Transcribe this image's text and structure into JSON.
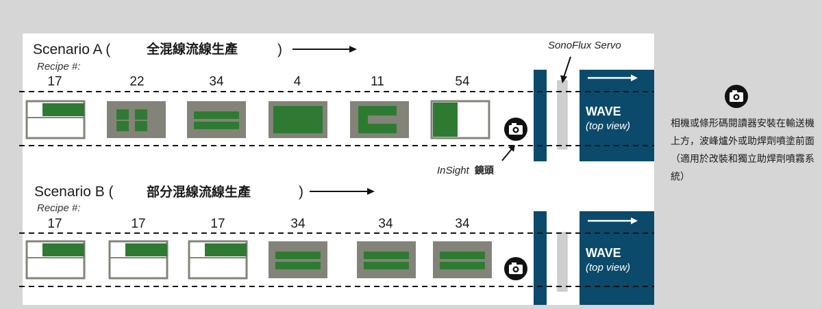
{
  "scenario_a": {
    "title": "Scenario A (",
    "subtitle_cjk": "全混線流線生產",
    "close_paren": ")",
    "recipe_label": "Recipe #:",
    "recipes": [
      "17",
      "22",
      "34",
      "4",
      "11",
      "54"
    ],
    "wave_label": "WAVE",
    "wave_sub": "(top view)"
  },
  "scenario_b": {
    "title": "Scenario B (",
    "subtitle_cjk": "部分混線流線生產",
    "close_paren": ")",
    "recipe_label": "Recipe #:",
    "recipes": [
      "17",
      "17",
      "17",
      "34",
      "34",
      "34"
    ],
    "wave_label": "WAVE",
    "wave_sub": "(top view)"
  },
  "labels": {
    "servo": "SonoFlux Servo",
    "insight": "InSight",
    "insight_cjk": "鏡頭"
  },
  "note": {
    "text": "相機或條形碼閱讀器安裝在輸送機上方，波峰爐外或助焊劑噴塗前面（適用於改裝和獨立助焊劑噴霧系統）"
  },
  "icon": "camera-icon",
  "colors": {
    "background": "#d6d6d6",
    "panel": "#ffffff",
    "wave_box": "#0b4a6b",
    "pcb_green": "#2f7a32",
    "board_gray": "#838379",
    "strip_gray": "#cfcfcf"
  }
}
